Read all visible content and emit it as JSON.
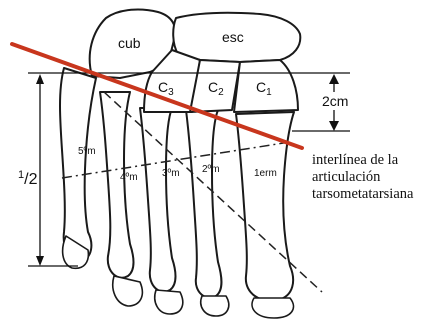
{
  "diagram": {
    "bones": {
      "cuboid": "cub",
      "navicular": "esc",
      "c3": "C",
      "c3_sub": "3",
      "c2": "C",
      "c2_sub": "2",
      "c1": "C",
      "c1_sub": "1"
    },
    "metatarsals": {
      "m5": "5ºm",
      "m4": "4ºm",
      "m3": "3ºm",
      "m2": "2ºm",
      "m1": "1erm"
    },
    "measurements": {
      "distance": "2cm",
      "half_num": "1",
      "half_den": "/2"
    },
    "caption": {
      "line1": "interlínea de la",
      "line2": "articulación",
      "line3": "tarsometatarsiana"
    },
    "colors": {
      "joint_line": "#c8361d",
      "outline": "#1a1a1a"
    }
  }
}
